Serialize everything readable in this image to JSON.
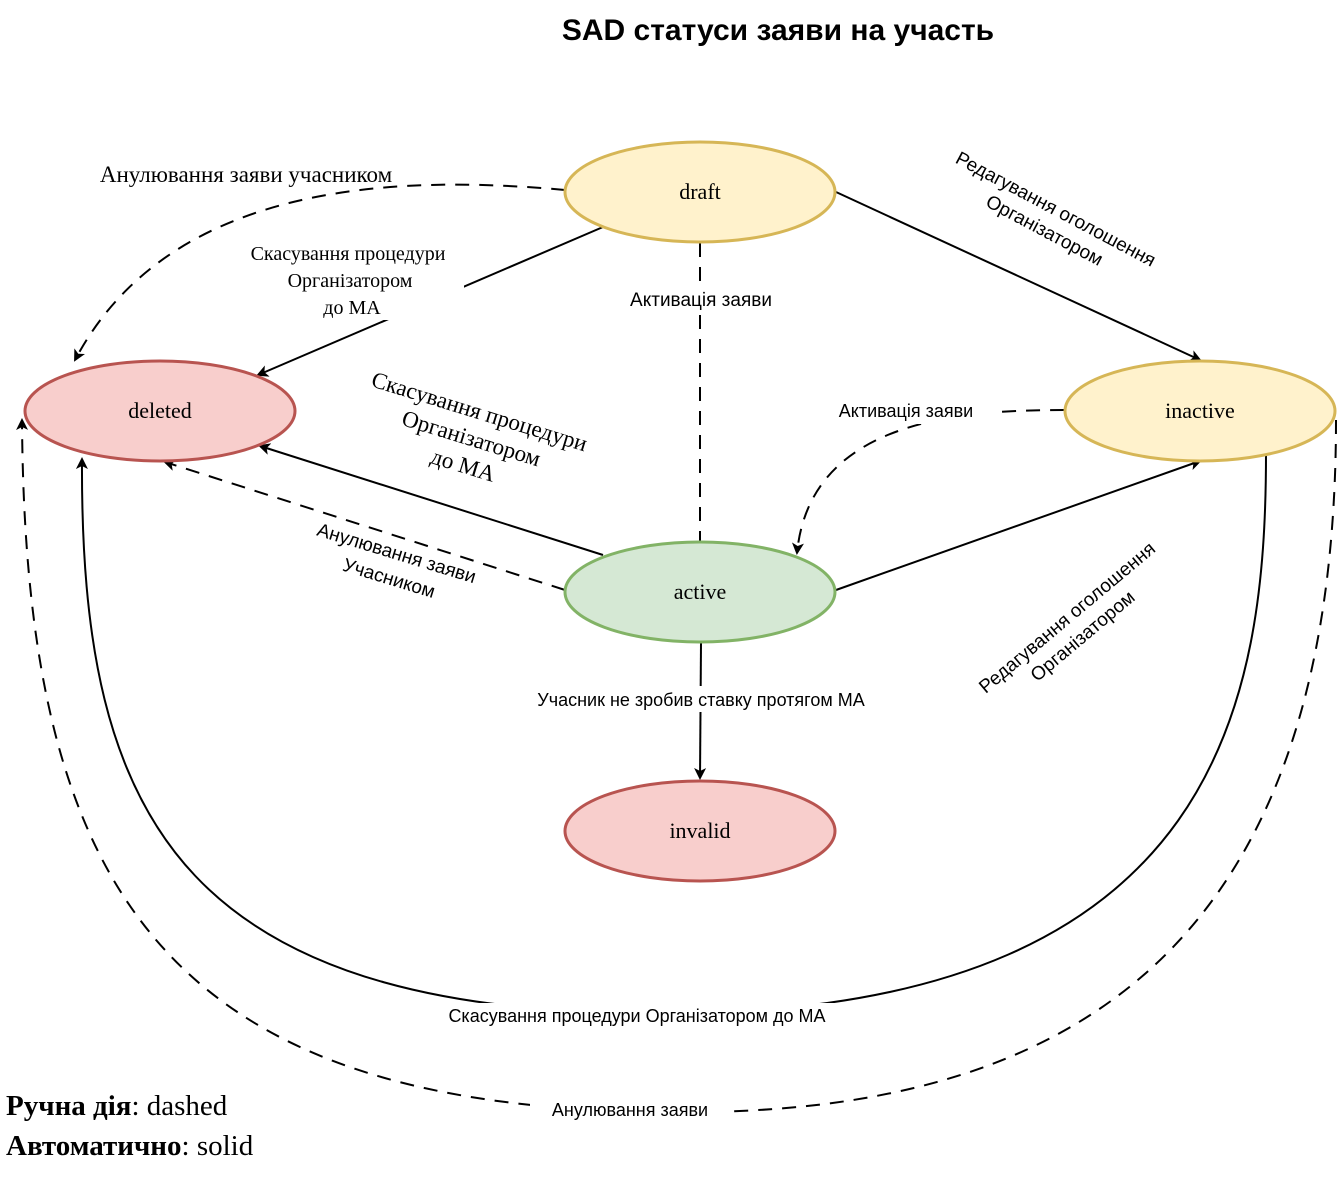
{
  "title": "SAD статуси заяви на участь",
  "colors": {
    "yellow_fill": "#fff2cc",
    "yellow_stroke": "#d6b656",
    "red_fill": "#f8cecc",
    "red_stroke": "#b85450",
    "green_fill": "#d5e8d4",
    "green_stroke": "#82b366"
  },
  "nodes": {
    "draft": {
      "label": "draft",
      "style": "yellow"
    },
    "deleted": {
      "label": "deleted",
      "style": "red"
    },
    "inactive": {
      "label": "inactive",
      "style": "yellow"
    },
    "active": {
      "label": "active",
      "style": "green"
    },
    "invalid": {
      "label": "invalid",
      "style": "red"
    }
  },
  "edges": {
    "draft_deleted_cancel_participant": {
      "from": "draft",
      "to": "deleted",
      "style": "dashed",
      "label": "Анулювання заяви учасником"
    },
    "draft_deleted_cancel_org": {
      "from": "draft",
      "to": "deleted",
      "style": "solid",
      "label": [
        "Скасування процедури",
        "Організатором",
        "до МА"
      ]
    },
    "draft_active": {
      "from": "draft",
      "to": "active",
      "style": "dashed",
      "label": "Активація заяви"
    },
    "draft_inactive": {
      "from": "draft",
      "to": "inactive",
      "style": "solid",
      "label": [
        "Редагування оголошення",
        "Організатором"
      ]
    },
    "inactive_active": {
      "from": "inactive",
      "to": "active",
      "style": "dashed",
      "label": "Активація заяви"
    },
    "active_deleted_org": {
      "from": "active",
      "to": "deleted",
      "style": "solid",
      "label": [
        "Скасування процедури",
        "Організатором",
        "до МА"
      ]
    },
    "active_deleted_participant": {
      "from": "active",
      "to": "deleted",
      "style": "dashed",
      "label": [
        "Анулювання заяви",
        "Учасником"
      ]
    },
    "active_inactive": {
      "from": "active",
      "to": "inactive",
      "style": "solid",
      "label": [
        "Редагування оголошення",
        "Організатором"
      ]
    },
    "active_invalid": {
      "from": "active",
      "to": "invalid",
      "style": "solid",
      "label": "Учасник не зробив ставку протягом МА"
    },
    "inactive_deleted_org": {
      "from": "inactive",
      "to": "deleted",
      "style": "solid",
      "label": "Скасування процедури Організатором до МА"
    },
    "inactive_deleted_participant": {
      "from": "inactive",
      "to": "deleted",
      "style": "dashed",
      "label": "Анулювання заяви"
    }
  },
  "legend": {
    "manual_label": "Ручна дія",
    "manual_value": ": dashed",
    "auto_label": "Автоматично",
    "auto_value": ": solid"
  }
}
